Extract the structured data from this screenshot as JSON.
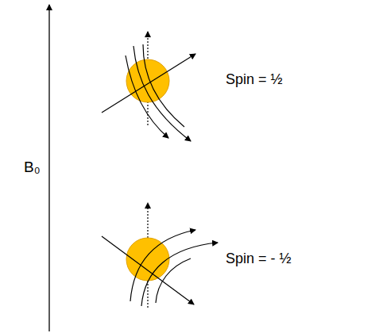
{
  "diagram": {
    "labels": [
      "B₀",
      "Spin = ½",
      "Spin = - ½"
    ]
  }
}
